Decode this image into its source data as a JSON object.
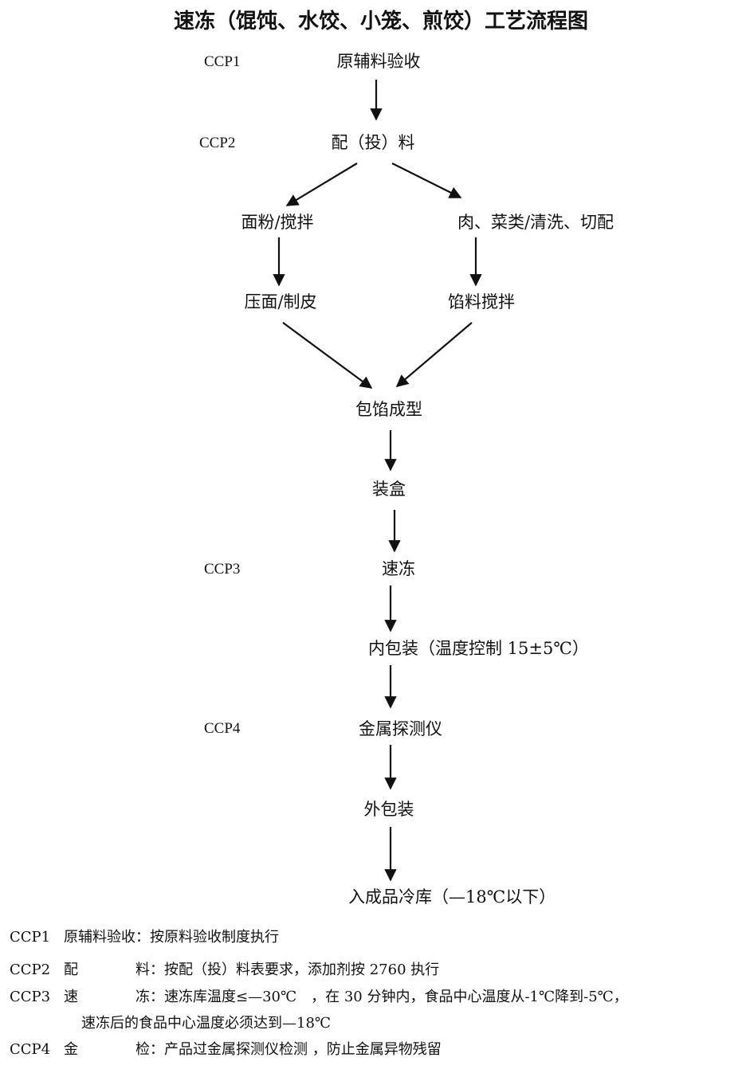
{
  "title": "速冻（馄饨、水饺、小笼、煎饺）工艺流程图",
  "ccp_labels": [
    "CCP1",
    "CCP2",
    "CCP3",
    "CCP4"
  ],
  "steps": {
    "raw_receiving": "原辅料验收",
    "batching": "配（投）料",
    "flour_mixing": "面粉/搅拌",
    "meat_veg_prep": "肉、菜类/清洗、切配",
    "pressing_wrappers": "压面/制皮",
    "filling_mixing": "馅料搅拌",
    "wrapping_forming": "包馅成型",
    "boxing": "装盒",
    "quick_freezing": "速冻",
    "inner_packing": "内包装（温度控制 15±5℃）",
    "metal_detector": "金属探测仪",
    "outer_packing": "外包装",
    "cold_storage": "入成品冷库（—18℃以下）"
  },
  "notes": [
    {
      "ccp": "CCP1",
      "label": "原辅料验收",
      "text": "：按原料验收制度执行"
    },
    {
      "ccp": "CCP2",
      "label_a": "配",
      "label_b": "料",
      "text": "：按配（投）料表要求，添加剂按 2760 执行"
    },
    {
      "ccp": "CCP3",
      "label_a": "速",
      "label_b": "冻",
      "text": "：速冻库温度≤—30℃　，在 30 分钟内，食品中心温度从-1℃降到-5℃，",
      "text2": "速冻后的食品中心温度必须达到—18℃"
    },
    {
      "ccp": "CCP4",
      "label_a": "金",
      "label_b": "检",
      "text": "：产品过金属探测仪检测 ，防止金属异物残留"
    }
  ]
}
